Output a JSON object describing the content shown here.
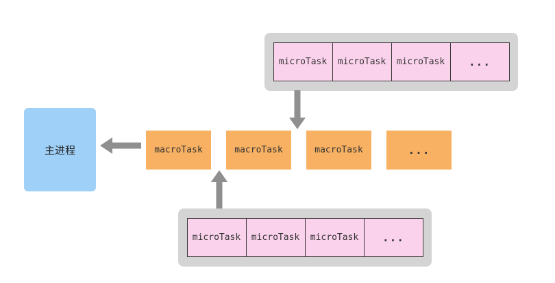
{
  "diagram": {
    "main_process": {
      "label": "主进程"
    },
    "macrotask_row": {
      "cells": [
        "macroTask",
        "macroTask",
        "macroTask",
        "..."
      ]
    },
    "top_microtask_queue": {
      "cells": [
        "microTask",
        "microTask",
        "microTask",
        "..."
      ]
    },
    "bottom_microtask_queue": {
      "cells": [
        "microTask",
        "microTask",
        "microTask",
        "..."
      ]
    },
    "colors": {
      "main_process_fill": "#9FD0F7",
      "macrotask_fill": "#F8B162",
      "microtask_fill": "#FBD2EC",
      "queue_container_fill": "#D4D4D4",
      "arrow_color": "#8F8F8F",
      "cell_border_color": "#3A3A3A"
    }
  }
}
